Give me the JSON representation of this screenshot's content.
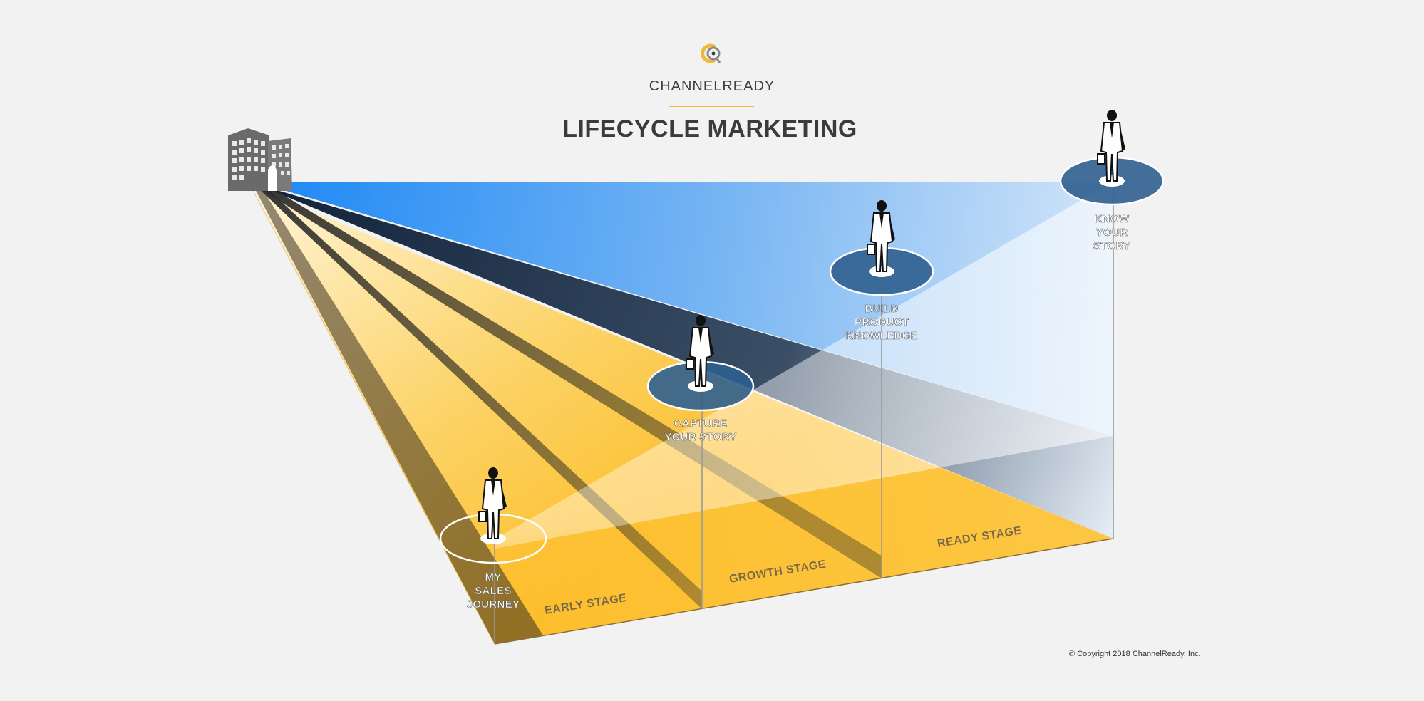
{
  "brand": {
    "name": "CHANNELREADY",
    "colors": {
      "orange": "#f0b93a",
      "grey": "#8a8a8a",
      "blue": "#1e88f5",
      "yellow": "#fec230"
    }
  },
  "title": "LIFECYCLE MARKETING",
  "icons": [
    "channelready-logo-icon",
    "office-building-icon",
    "businessman-icon"
  ],
  "stages": [
    {
      "label": "EARLY STAGE"
    },
    {
      "label": "GROWTH STAGE"
    },
    {
      "label": "READY STAGE"
    }
  ],
  "milestones": [
    {
      "lines": [
        "MY",
        "SALES",
        "JOURNEY"
      ]
    },
    {
      "lines": [
        "CAPTURE",
        "YOUR STORY"
      ]
    },
    {
      "lines": [
        "BUILD",
        "PRODUCT",
        "KNOWLEDGE"
      ]
    },
    {
      "lines": [
        "KNOW",
        "YOUR",
        "STORY"
      ]
    }
  ],
  "copyright": "© Copyright 2018 ChannelReady, Inc."
}
